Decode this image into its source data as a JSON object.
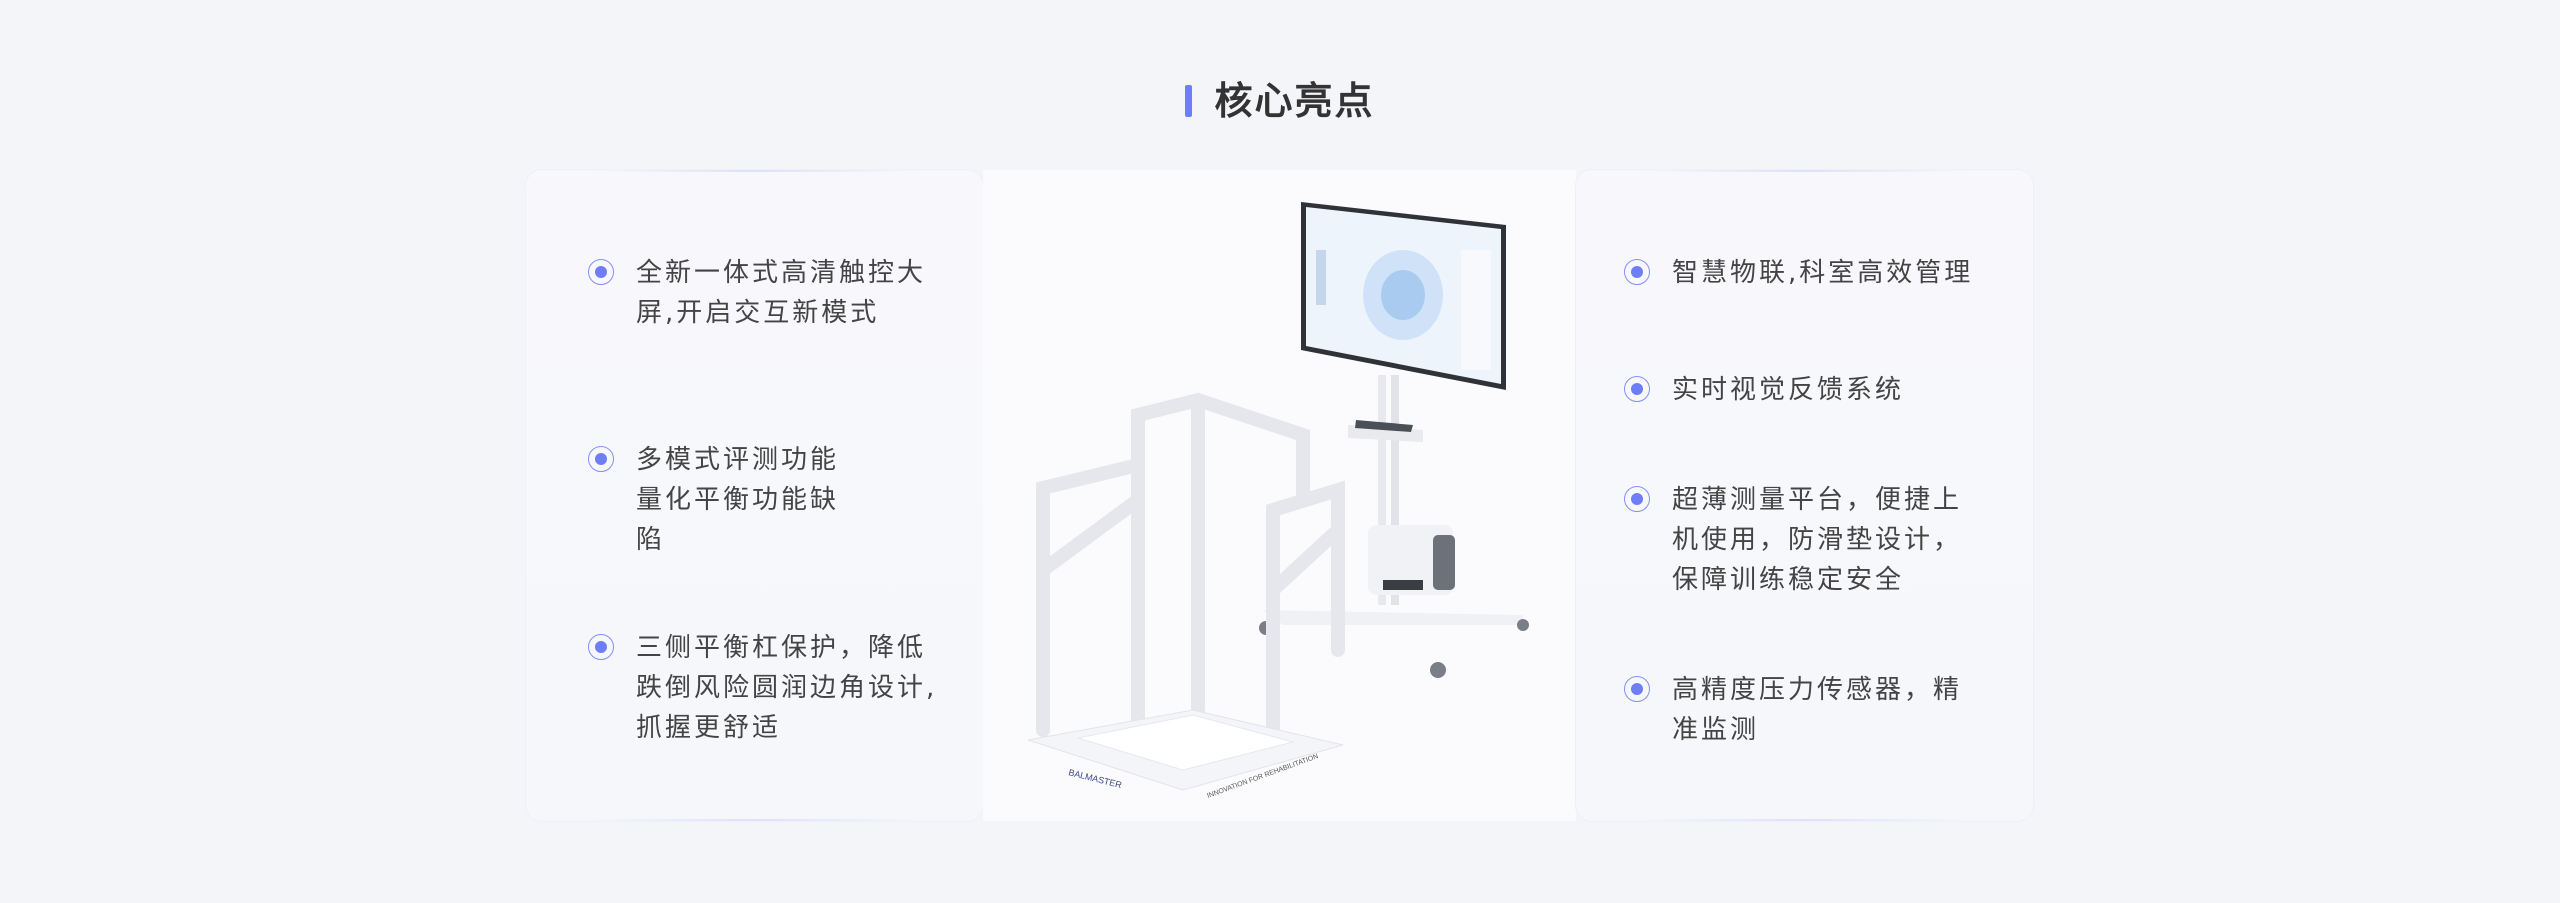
{
  "title": "核心亮点",
  "left_features": [
    {
      "icon": "radio-dot-icon",
      "text": "全新一体式高清触控大屏,开启交互新模式"
    },
    {
      "icon": "radio-dot-icon",
      "text": "多模式评测功能 量化平衡功能缺陷"
    },
    {
      "icon": "radio-dot-icon",
      "text": "三侧平衡杠保护，降低跌倒风险圆润边角设计,抓握更舒适"
    }
  ],
  "right_features": [
    {
      "icon": "radio-dot-icon",
      "text": "智慧物联,科室高效管理"
    },
    {
      "icon": "radio-dot-icon",
      "text": "实时视觉反馈系统"
    },
    {
      "icon": "radio-dot-icon",
      "text": "超薄测量平台，便捷上机使用，防滑垫设计，保障训练稳定安全"
    },
    {
      "icon": "radio-dot-icon",
      "text": "高精度压力传感器，精准监测"
    }
  ],
  "product": {
    "brand": "BALMASTER",
    "slogan": "INNOVATION FOR REHABILITATION"
  },
  "colors": {
    "accent": "#6f7ef7",
    "text": "#444444",
    "background": "#f4f5f9"
  }
}
